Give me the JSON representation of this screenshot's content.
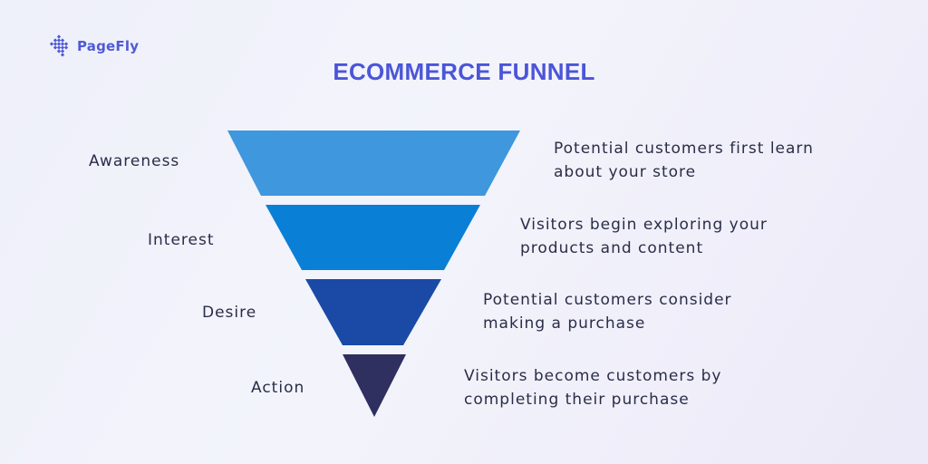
{
  "brand": {
    "name": "PageFly",
    "logo_icon": "diamond-grid-icon",
    "color": "#5058d8"
  },
  "title": "ECOMMERCE FUNNEL",
  "colors": {
    "title": "#4b55d8",
    "awareness": "#3f97dd",
    "interest": "#0a7fd6",
    "desire": "#1a4aa6",
    "action": "#2f2f60"
  },
  "stages": [
    {
      "label": "Awareness",
      "desc_line1": "Potential customers first learn",
      "desc_line2": "about your store"
    },
    {
      "label": "Interest",
      "desc_line1": "Visitors begin exploring your",
      "desc_line2": "products and content"
    },
    {
      "label": "Desire",
      "desc_line1": "Potential customers consider",
      "desc_line2": "making a purchase"
    },
    {
      "label": "Action",
      "desc_line1": "Visitors become customers by",
      "desc_line2": "completing their purchase"
    }
  ]
}
